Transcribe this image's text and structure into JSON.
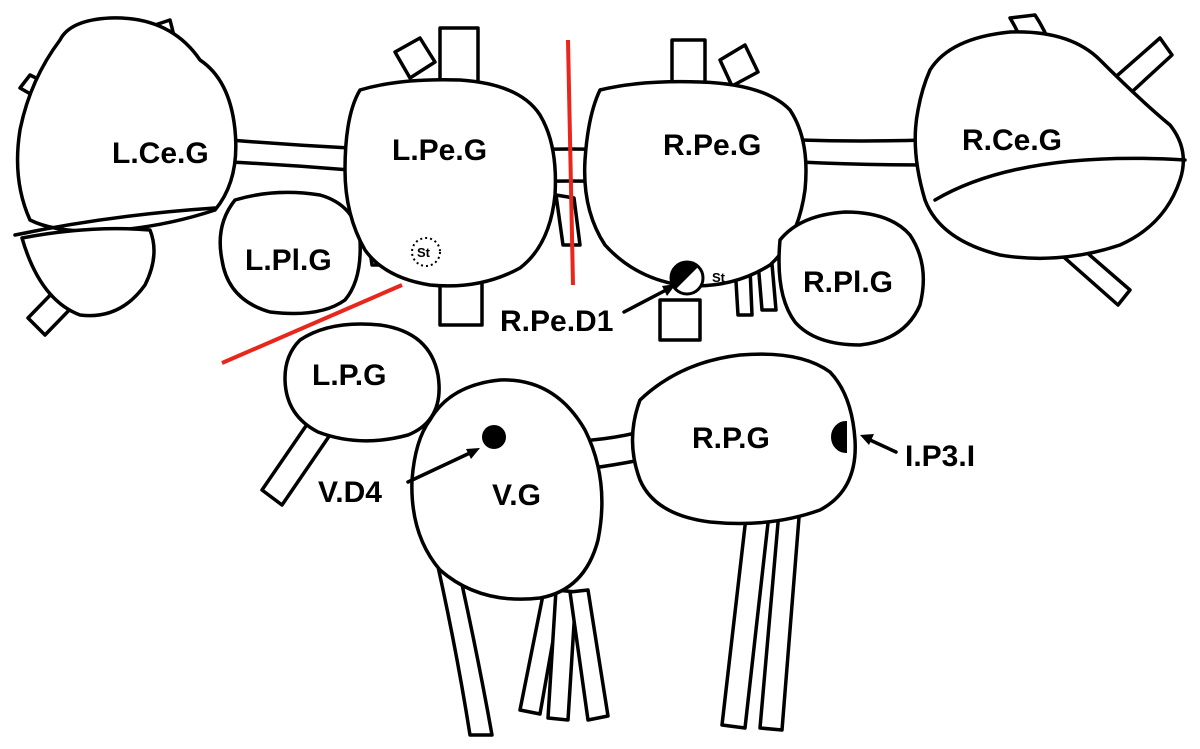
{
  "labels": {
    "l_ce_g": "L.Ce.G",
    "l_pe_g": "L.Pe.G",
    "r_pe_g": "R.Pe.G",
    "r_ce_g": "R.Ce.G",
    "l_pl_g": "L.Pl.G",
    "r_pl_g": "R.Pl.G",
    "l_p_g": "L.P.G",
    "r_p_g": "R.P.G",
    "v_g": "V.G",
    "st_left": "St",
    "st_right": "St"
  },
  "neurons": {
    "r_pe_d1": "R.Pe.D1",
    "v_d4": "V.D4",
    "i_p3_i": "I.P3.I"
  },
  "colors": {
    "outline": "#000000",
    "background": "#ffffff",
    "cut_line": "#e8261c"
  }
}
